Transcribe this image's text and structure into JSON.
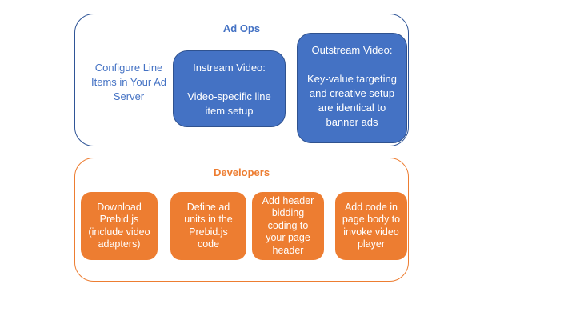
{
  "colors": {
    "blue_fill": "#4472C4",
    "blue_box_border": "#2F528F",
    "blue_group_border": "#2F5597",
    "blue_text": "#4472C4",
    "orange": "#ED7D31",
    "box_text": "#FFFFFF",
    "background": "#FFFFFF"
  },
  "ad_ops": {
    "title": "Ad Ops",
    "note": "Configure Line\nItems in Your Ad\nServer",
    "boxes": [
      {
        "title": "Instream Video:",
        "body": "Video-specific line\nitem setup"
      },
      {
        "title": "Outstream Video:",
        "body": "Key-value targeting\nand creative setup\nare identical to\nbanner ads"
      }
    ]
  },
  "developers": {
    "title": "Developers",
    "steps": [
      "Download\nPrebid.js\n(include video\nadapters)",
      "Define ad\nunits in the\nPrebid.js\ncode",
      "Add header\nbidding\ncoding to\nyour page\nheader",
      "Add code in\npage body to\ninvoke video\nplayer"
    ]
  }
}
